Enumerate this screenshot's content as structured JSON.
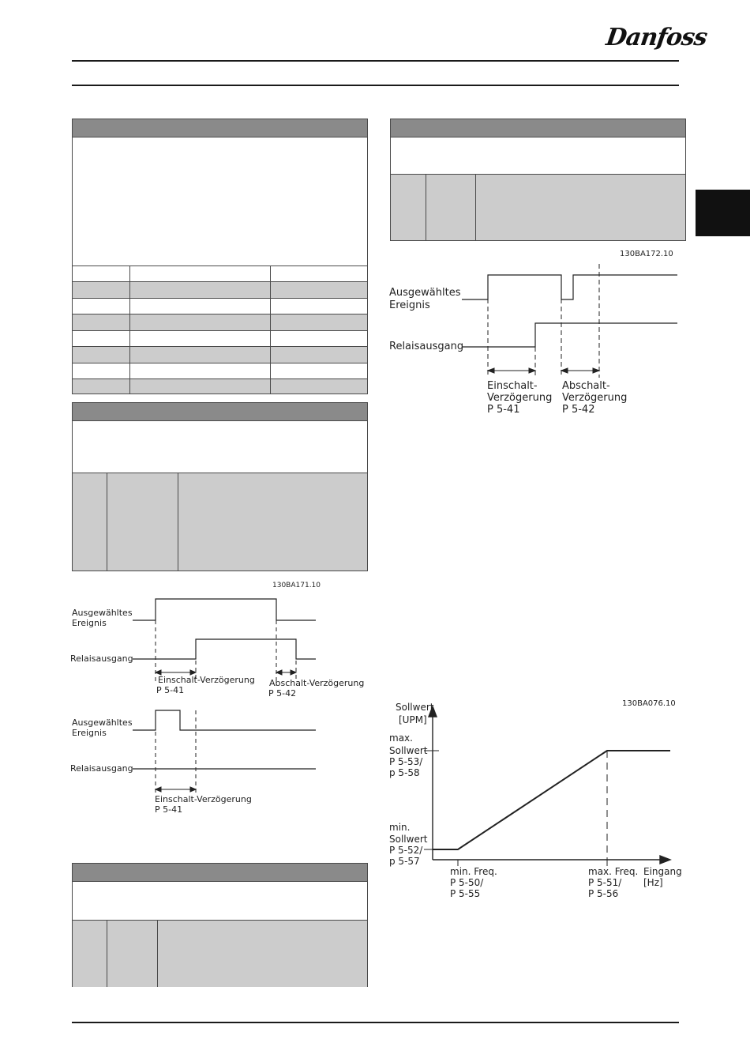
{
  "header": {
    "logo_text": "Danfoss"
  },
  "diagrams": {
    "right_top": {
      "code": "130BA172.10",
      "labels": {
        "event_line1": "Ausgewähltes",
        "event_line2": "Ereignis",
        "relay": "Relaisausgang",
        "on_line1": "Einschalt-",
        "on_line2": "Verzögerung",
        "on_param": "P 5-41",
        "off_line1": "Abschalt-",
        "off_line2": "Verzögerung",
        "off_param": "P 5-42"
      }
    },
    "left_a": {
      "code": "130BA171.10",
      "labels": {
        "event_line1": "Ausgewähltes",
        "event_line2": "Ereignis",
        "relay": "Relaisausgang",
        "on_delay": "Einschalt-Verzögerung",
        "on_param": "P 5-41",
        "off_delay": "Abschalt-Verzögerung",
        "off_param": "P 5-42"
      }
    },
    "left_b": {
      "labels": {
        "event_line1": "Ausgewähltes",
        "event_line2": "Ereignis",
        "relay": "Relaisausgang",
        "on_delay": "Einschalt-Verzögerung",
        "on_param": "P 5-41"
      }
    },
    "scaling": {
      "code": "130BA076.10",
      "labels": {
        "y_title1": "Sollwert",
        "y_title2": "[UPM]",
        "max1": "max.",
        "max2": "Sollwert",
        "max3": "P 5-53/",
        "max4": "p 5-58",
        "min1": "min.",
        "min2": "Sollwert",
        "min3": "P 5-52/",
        "min4": "p 5-57",
        "minf1": "min. Freq.",
        "minf2": "P 5-50/",
        "minf3": "P 5-55",
        "maxf1": "max. Freq.",
        "maxf2": "P 5-51/",
        "maxf3": "P 5-56",
        "x_title1": "Eingang",
        "x_title2": "[Hz]"
      }
    }
  }
}
